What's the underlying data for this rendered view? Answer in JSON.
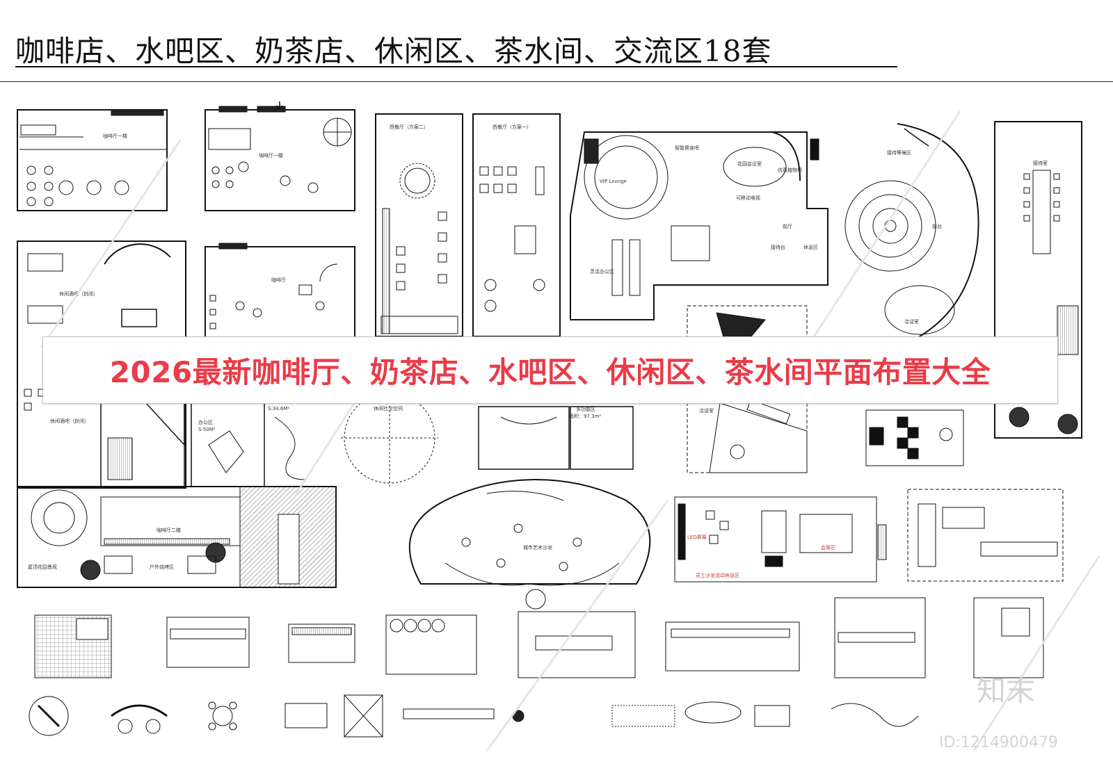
{
  "header": {
    "title": "咖啡店、水吧区、奶茶店、休闲区、茶水间、交流区18套"
  },
  "banner": {
    "text": "2026最新咖啡厅、奶茶店、水吧区、休闲区、茶水间平面布置大全",
    "color": "#ea3b48"
  },
  "watermark": {
    "logo": "知末",
    "id_text": "ID:1214900479"
  },
  "plans": {
    "cafe_1f_a": "咖啡厅一楼",
    "cafe_1f_b": "咖啡厅一楼",
    "western_scheme2": "西餐厅（方案二）",
    "western_scheme1": "西餐厅（方案一）",
    "vip_lounge": "VIP Lounge",
    "garden_meeting": "花园会议室",
    "movable_tv": "可移动电视",
    "smart_bar": "智能健身吧",
    "fake_plants": "仿真植物墙",
    "front_desk": "前厅",
    "reception": "接待台",
    "rest_area": "休息区",
    "flexible_office": "灵活办公区",
    "reception_waiting": "接待等候区",
    "front_counter": "前台",
    "negotiation_room": "洽谈室",
    "reception_room": "接待室",
    "leisure_bar_closed": "休闲酒吧（封闭）",
    "cafe": "咖啡厅",
    "office_area": "办公区",
    "office_area_size": "S:50M²",
    "area_34": "S:34.6M²",
    "leisure_social": "休闲社交空间",
    "multi_function": "多功能区",
    "multi_area": "面积：97.3m²",
    "negotiation": "洽谈室",
    "urban_art_salon": "城市艺术沙龙",
    "led_screen": "LED屏幕",
    "staff_salon": "员工沙龙活动休息区",
    "meeting_room": "会客区",
    "cafe_2f": "咖啡厅二楼",
    "roof_garden": "屋顶花园景观",
    "outdoor_bbq": "户外烧烤区"
  }
}
